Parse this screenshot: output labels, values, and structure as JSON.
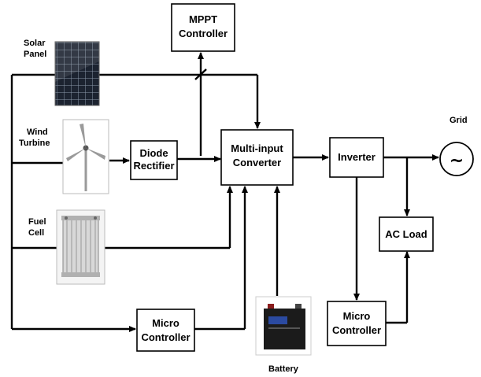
{
  "blocks": {
    "mppt_controller": [
      "MPPT",
      "Controller"
    ],
    "diode_rectifier": [
      "Diode",
      "Rectifier"
    ],
    "multi_input_converter": [
      "Multi-input",
      "Converter"
    ],
    "inverter": [
      "Inverter"
    ],
    "ac_load": [
      "AC Load"
    ],
    "micro_controller_bottom": [
      "Micro",
      "Controller"
    ],
    "micro_controller_right": [
      "Micro",
      "Controller"
    ]
  },
  "sources": {
    "solar_panel": [
      "Solar",
      "Panel"
    ],
    "wind_turbine": [
      "Wind",
      "Turbine"
    ],
    "fuel_cell": [
      "Fuel",
      "Cell"
    ]
  },
  "labels": {
    "battery": "Battery",
    "grid": "Grid",
    "grid_symbol": "~"
  },
  "colors": {
    "line": "#000000",
    "background": "#ffffff",
    "solar_panel": "#1c2330",
    "fuel_cell": "#c8c8c8"
  },
  "icons": [
    "solar-panel-icon",
    "wind-turbine-icon",
    "fuel-cell-icon",
    "battery-icon",
    "ac-source-icon"
  ]
}
